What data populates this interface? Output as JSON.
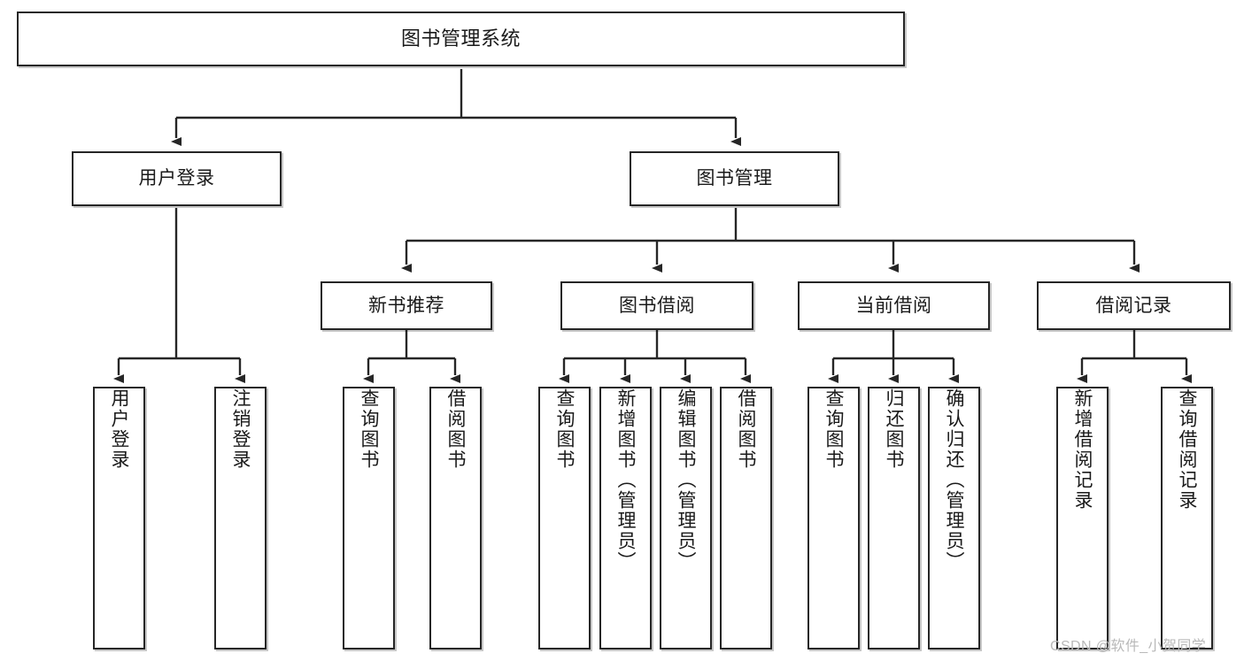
{
  "diagram": {
    "title": "图书管理系统",
    "type": "hierarchy-tree",
    "watermark": "CSDN @软件_小贺同学",
    "colors": {
      "box_border": "#262626",
      "box_fill": "#ffffff",
      "text": "#1a1a1a",
      "edge": "#262626",
      "watermark": "#b9b9b9",
      "background": "#ffffff"
    },
    "nodes": {
      "root": {
        "label": "图书管理系统"
      },
      "level1": [
        {
          "label": "用户登录"
        },
        {
          "label": "图书管理"
        }
      ],
      "level2": [
        {
          "label": "新书推荐"
        },
        {
          "label": "图书借阅"
        },
        {
          "label": "当前借阅"
        },
        {
          "label": "借阅记录"
        }
      ],
      "leaves": {
        "user_login": [
          {
            "label": "用户登录"
          },
          {
            "label": "注销登录"
          }
        ],
        "new_book": [
          {
            "label": "查询图书"
          },
          {
            "label": "借阅图书"
          }
        ],
        "book_borrow": [
          {
            "label": "查询图书"
          },
          {
            "label": "新增图书（管理员）"
          },
          {
            "label": "编辑图书（管理员）"
          },
          {
            "label": "借阅图书"
          }
        ],
        "current_borrow": [
          {
            "label": "查询图书"
          },
          {
            "label": "归还图书"
          },
          {
            "label": "确认归还（管理员）"
          }
        ],
        "borrow_record": [
          {
            "label": "新增借阅记录"
          },
          {
            "label": "查询借阅记录"
          }
        ]
      }
    }
  }
}
